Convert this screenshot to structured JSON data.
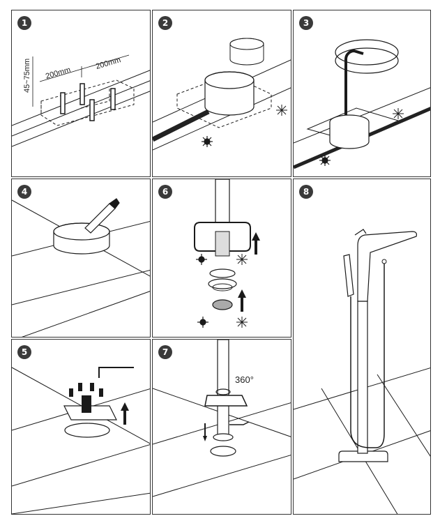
{
  "steps": [
    {
      "number": "1",
      "dim_horizontal_1": "200mm",
      "dim_horizontal_2": "200mm",
      "dim_vertical": "45~75mm"
    },
    {
      "number": "2"
    },
    {
      "number": "3"
    },
    {
      "number": "4"
    },
    {
      "number": "6"
    },
    {
      "number": "8"
    },
    {
      "number": "5"
    },
    {
      "number": "7",
      "rotation_label": "360°"
    }
  ],
  "colors": {
    "line": "#1a1a1a",
    "badge": "#3a3a3a",
    "pipe": "#222222"
  },
  "icons": [
    "warm-sun-icon",
    "cold-snowflake-icon",
    "up-arrow-icon",
    "hex-key-icon",
    "utility-knife-icon"
  ]
}
